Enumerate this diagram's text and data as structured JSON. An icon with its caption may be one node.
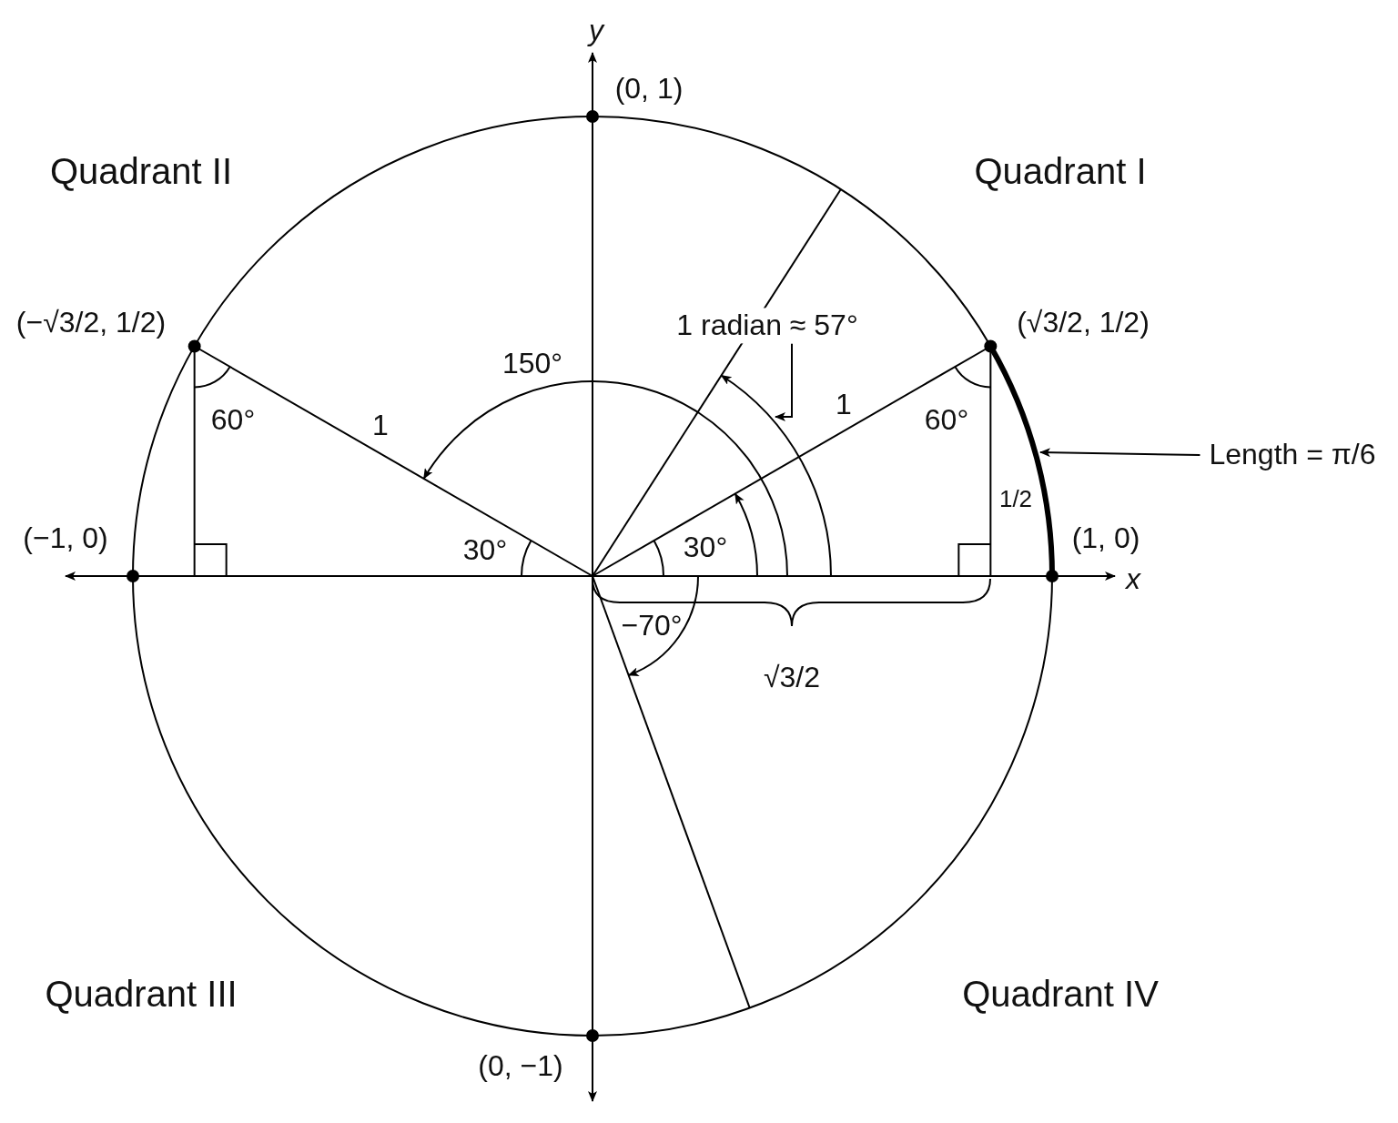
{
  "diagram": {
    "nodes": [
      {
        "text": [
          "1 radian ≈ 57°"
        ]
      },
      {
        "text": [
          "Length = π/6"
        ]
      }
    ],
    "edges": [
      {
        "from": 0,
        "to": null,
        "arrow": "to"
      },
      {
        "from": 1,
        "to": null,
        "arrow": "to"
      }
    ],
    "labels": [
      "y",
      "(0, 1)",
      "Quadrant II",
      "Quadrant I",
      "(−√3/2, 1/2)",
      "(√3/2, 1/2)",
      "150°",
      "1",
      "1",
      "60°",
      "60°",
      "1/2",
      "(−1, 0)",
      "30°",
      "30°",
      "(1, 0)",
      "x",
      "−70°",
      "√3/2",
      "Quadrant III",
      "Quadrant IV",
      "(0, −1)"
    ]
  }
}
